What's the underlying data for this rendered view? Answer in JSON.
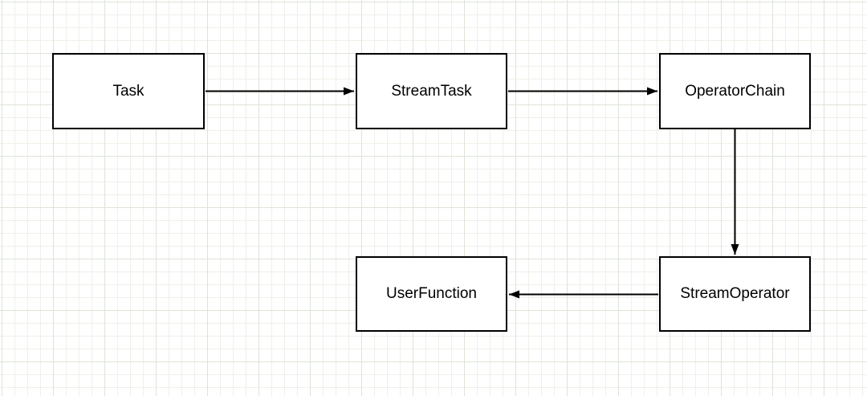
{
  "diagram": {
    "type": "flowchart",
    "nodes": [
      {
        "id": "task",
        "label": "Task"
      },
      {
        "id": "stream-task",
        "label": "StreamTask"
      },
      {
        "id": "operator-chain",
        "label": "OperatorChain"
      },
      {
        "id": "user-function",
        "label": "UserFunction"
      },
      {
        "id": "stream-operator",
        "label": "StreamOperator"
      }
    ],
    "edges": [
      {
        "from": "Task",
        "to": "StreamTask",
        "direction": "right"
      },
      {
        "from": "StreamTask",
        "to": "OperatorChain",
        "direction": "right"
      },
      {
        "from": "OperatorChain",
        "to": "StreamOperator",
        "direction": "down"
      },
      {
        "from": "StreamOperator",
        "to": "UserFunction",
        "direction": "left"
      }
    ],
    "colors": {
      "canvas": "#ffffff",
      "grid_minor": "#eef1e9",
      "grid_major": "#dee4d8",
      "node_fill": "#ffffff",
      "node_border": "#000000",
      "text": "#000000",
      "edge": "#000000"
    }
  }
}
